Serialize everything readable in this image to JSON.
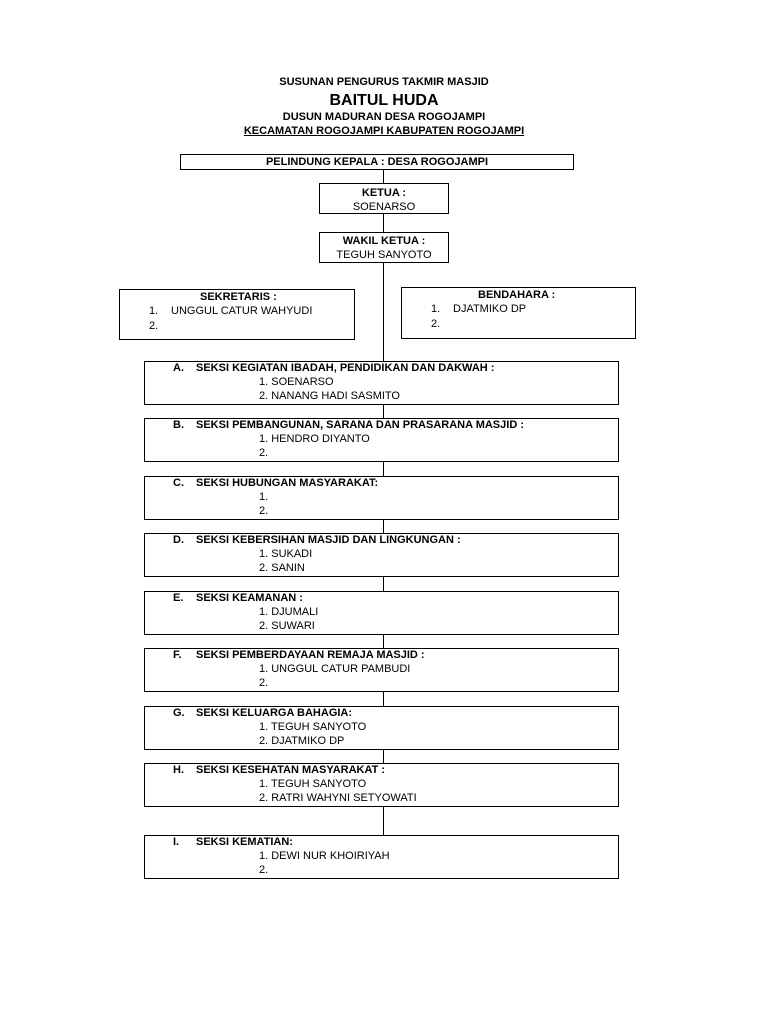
{
  "header": {
    "line1": "SUSUNAN PENGURUS TAKMIR MASJID",
    "line2": "BAITUL HUDA",
    "line3": "DUSUN MADURAN DESA ROGOJAMPI",
    "line4": "KECAMATAN ROGOJAMPI KABUPATEN ROGOJAMPI"
  },
  "pelindung": "PELINDUNG KEPALA : DESA ROGOJAMPI",
  "ketua": {
    "title": "KETUA :",
    "name": "SOENARSO"
  },
  "wakil": {
    "title": "WAKIL KETUA :",
    "name": "TEGUH SANYOTO"
  },
  "sekretaris": {
    "title": "SEKRETARIS :",
    "items": [
      {
        "num": "1.",
        "name": "UNGGUL CATUR WAHYUDI"
      },
      {
        "num": "2.",
        "name": ""
      }
    ]
  },
  "bendahara": {
    "title": "BENDAHARA :",
    "items": [
      {
        "num": "1.",
        "name": "DJATMIKO DP"
      },
      {
        "num": "2.",
        "name": ""
      }
    ]
  },
  "seksi": [
    {
      "letter": "A.",
      "title": "SEKSI KEGIATAN IBADAH, PENDIDIKAN DAN DAKWAH :",
      "m1": "1. SOENARSO",
      "m2": "2. NANANG HADI SASMITO"
    },
    {
      "letter": "B.",
      "title": "SEKSI PEMBANGUNAN, SARANA DAN PRASARANA MASJID :",
      "m1": "1. HENDRO DIYANTO",
      "m2": "2."
    },
    {
      "letter": "C.",
      "title": "SEKSI HUBUNGAN MASYARAKAT:",
      "m1": "1.",
      "m2": "2."
    },
    {
      "letter": "D.",
      "title": "SEKSI KEBERSIHAN MASJID DAN LINGKUNGAN :",
      "m1": "1. SUKADI",
      "m2": "2. SANIN"
    },
    {
      "letter": "E.",
      "title": "SEKSI KEAMANAN :",
      "m1": "1. DJUMALI",
      "m2": "2. SUWARI"
    },
    {
      "letter": "F.",
      "title": "SEKSI PEMBERDAYAAN REMAJA MASJID :",
      "m1": "1. UNGGUL CATUR PAMBUDI",
      "m2": "2."
    },
    {
      "letter": "G.",
      "title": "SEKSI KELUARGA BAHAGIA:",
      "m1": "1. TEGUH SANYOTO",
      "m2": "2. DJATMIKO DP"
    },
    {
      "letter": "H.",
      "title": "SEKSI KESEHATAN MASYARAKAT :",
      "m1": "1. TEGUH SANYOTO",
      "m2": "2. RATRI WAHYNI SETYOWATI"
    },
    {
      "letter": "I.",
      "title": "SEKSI KEMATIAN:",
      "m1": "1. DEWI NUR KHOIRIYAH",
      "m2": "2."
    }
  ]
}
